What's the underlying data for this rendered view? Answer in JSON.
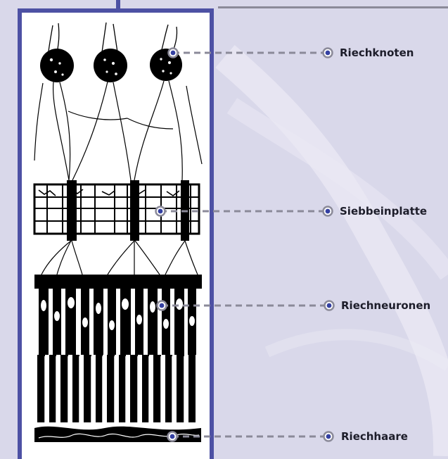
{
  "labels": {
    "riechknoten": "Riechknoten",
    "siebbeinplatte": "Siebbeinplatte",
    "riechneuronen": "Riechneuronen",
    "riechhaare": "Riechhaare"
  },
  "colors": {
    "background": "#d9d8ea",
    "frame": "#4d51a4",
    "connector": "#8b8a99",
    "marker": "#3440a2",
    "tissue": "#000000"
  }
}
